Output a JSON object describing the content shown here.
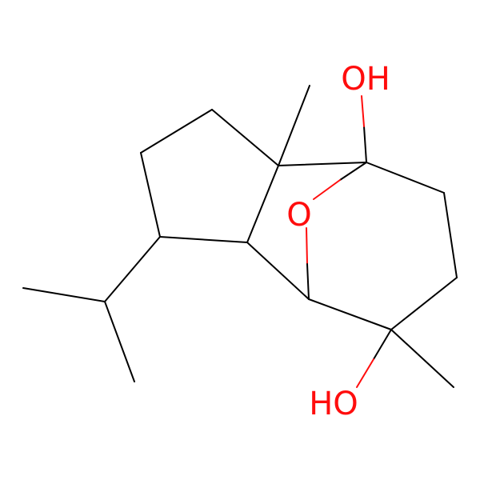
{
  "molecule": {
    "atoms": {
      "hydroxyl_top": {
        "label": "OH",
        "color": "#ff0d0d"
      },
      "bridge_oxygen": {
        "label": "O",
        "color": "#ff0d0d"
      },
      "hydroxyl_bottom": {
        "label": "HO",
        "color": "#ff0d0d"
      }
    },
    "bond_color": "#000000",
    "heteroatom_color": "#ff0d0d"
  }
}
